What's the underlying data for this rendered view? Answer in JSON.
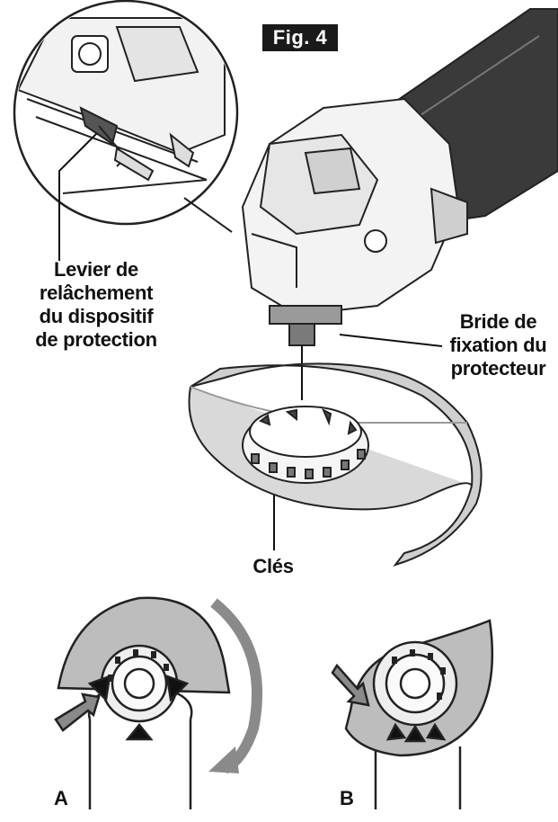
{
  "figure_label": "Fig. 4",
  "labels": {
    "levier": [
      "Levier de",
      "relâchement",
      "du dispositif",
      "de protection"
    ],
    "bride": [
      "Bride de",
      "fixation du",
      "protecteur"
    ],
    "cles": "Clés",
    "view_a": "A",
    "view_b": "B"
  },
  "colors": {
    "ink": "#111111",
    "guard_fill": "#bdbdbd",
    "arrow_fill": "#8a8a8a",
    "body_dark": "#3a3a3a"
  }
}
